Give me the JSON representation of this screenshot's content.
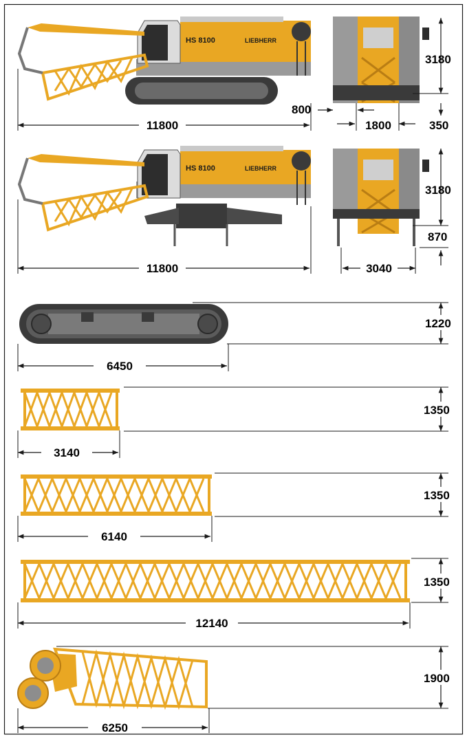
{
  "colors": {
    "yellow": "#e9a723",
    "yellow_dark": "#b97d14",
    "grey": "#8d8d8d",
    "dark": "#3a3a3a",
    "line": "#1a1a1a"
  },
  "machine": {
    "brand": "LIEBHERR",
    "model": "HS 8100"
  },
  "dimensions": {
    "crawler_length": "11800",
    "track_projection": "800",
    "crawler_height": "3180",
    "track_width": "1800",
    "track_clearance": "350",
    "outrigger_length": "11800",
    "outrigger_height": "3180",
    "outrigger_clearance": "870",
    "outrigger_width": "3040",
    "track_frame_length": "6450",
    "track_frame_height": "1220",
    "boom3_length": "3140",
    "boom3_height": "1350",
    "boom6_length": "6140",
    "boom6_height": "1350",
    "boom12_length": "12140",
    "boom12_height": "1350",
    "headpiece_length": "6250",
    "headpiece_height": "1900"
  }
}
